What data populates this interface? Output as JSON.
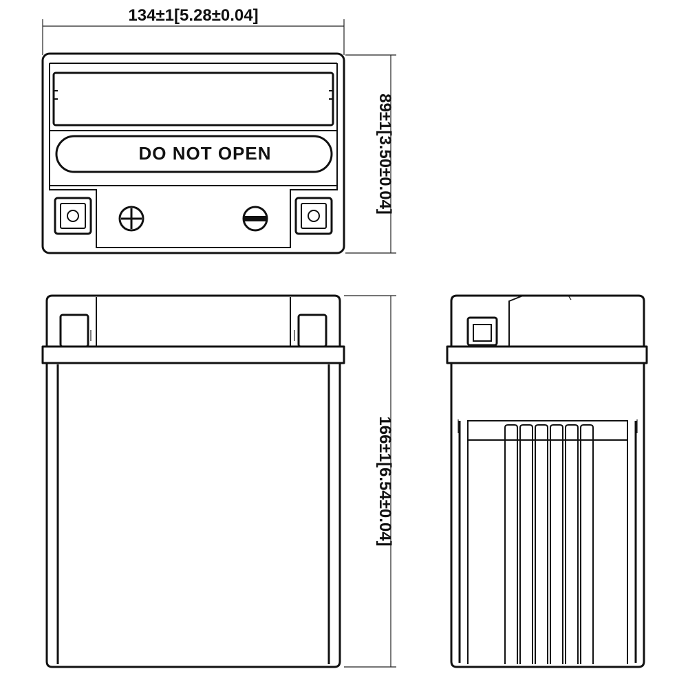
{
  "dimensions": {
    "width_label": "134±1[5.28±0.04]",
    "top_height_label": "89±1[3.50±0.04]",
    "body_height_label": "166±1[6.54±0.04]"
  },
  "top_view": {
    "warning_label": "DO NOT OPEN",
    "positive_terminal_icon": "plus-in-circle-icon",
    "negative_terminal_icon": "minus-in-circle-icon"
  },
  "colors": {
    "line": "#111111",
    "background": "#ffffff"
  }
}
